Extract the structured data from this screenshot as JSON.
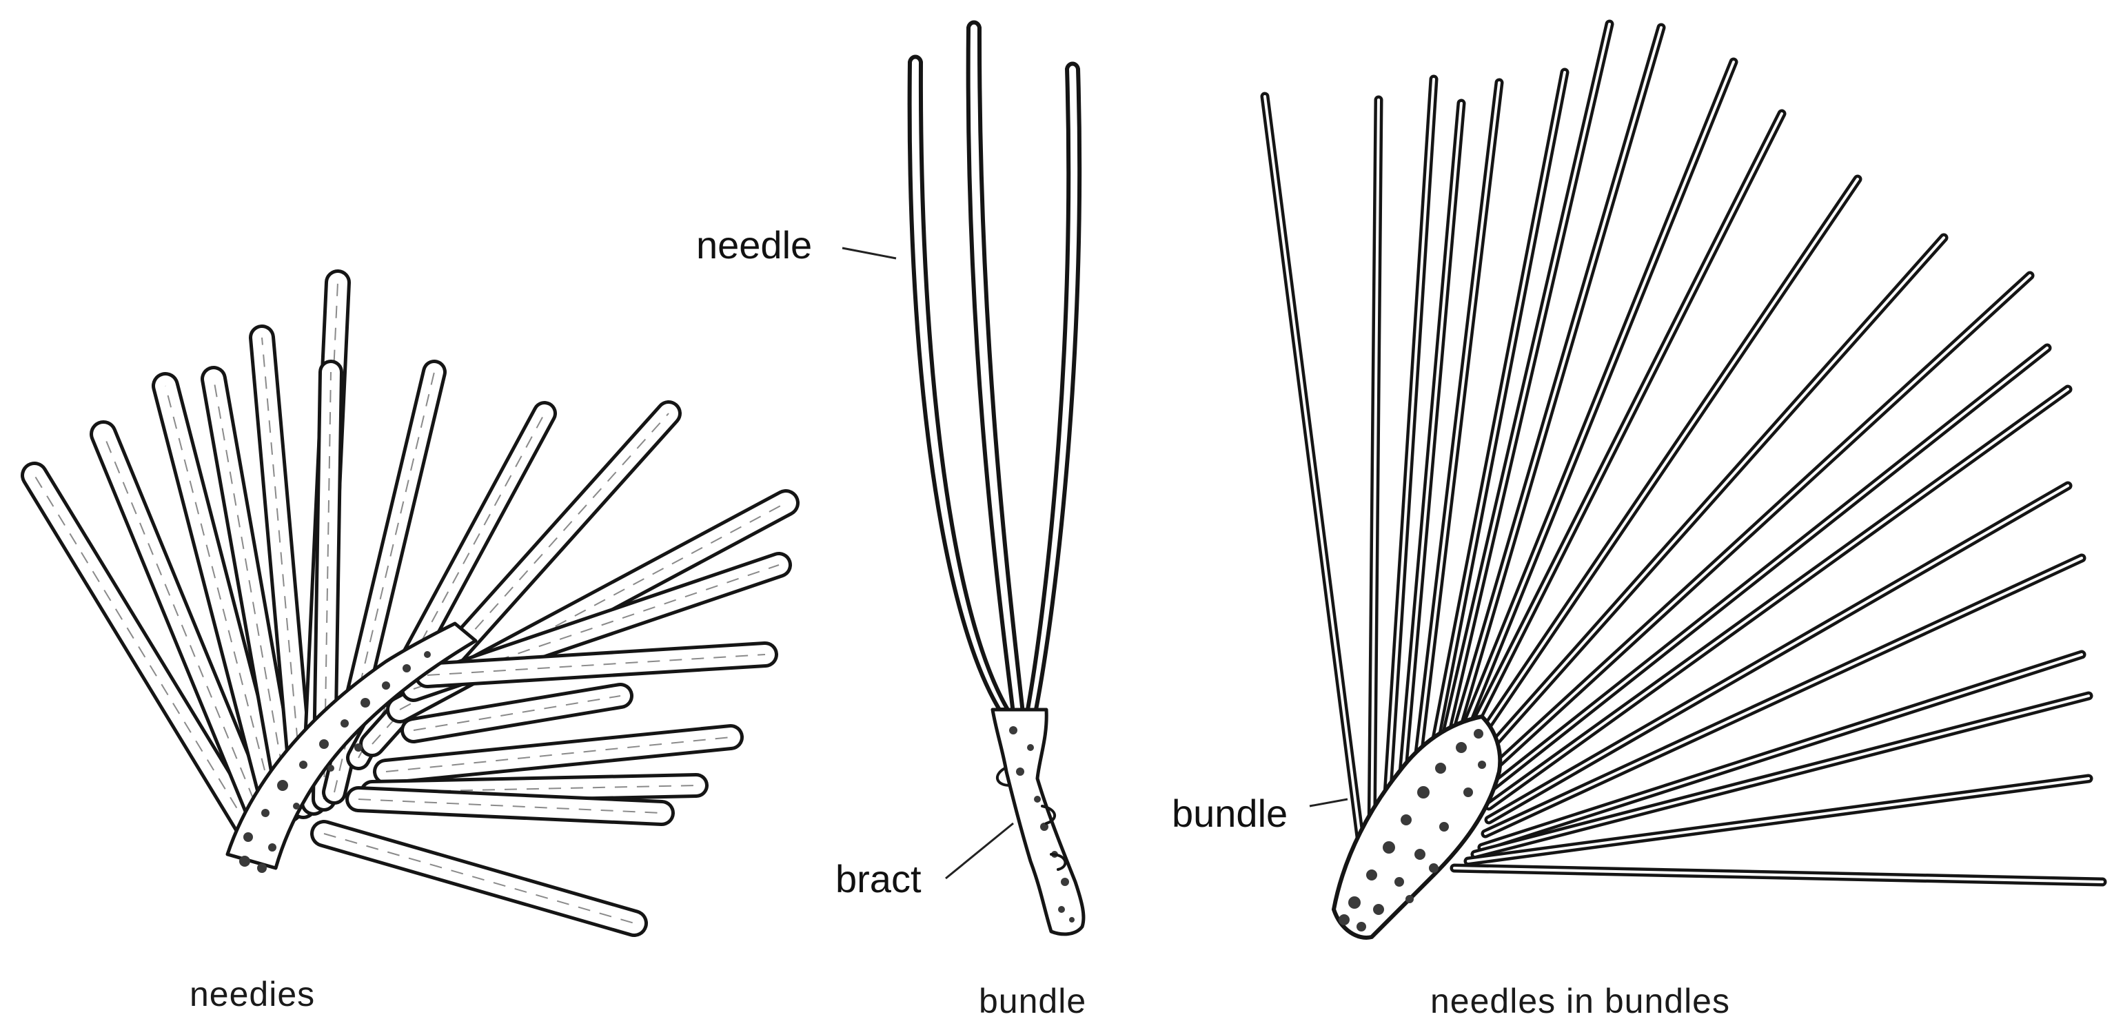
{
  "labels": {
    "needle_callout": "needle",
    "bract_callout": "bract",
    "bundle_callout": "bundle"
  },
  "captions": {
    "left": "needies",
    "middle": "bundle",
    "right": "needles in bundles"
  },
  "colors": {
    "ink": "#151515",
    "paper": "#ffffff"
  }
}
